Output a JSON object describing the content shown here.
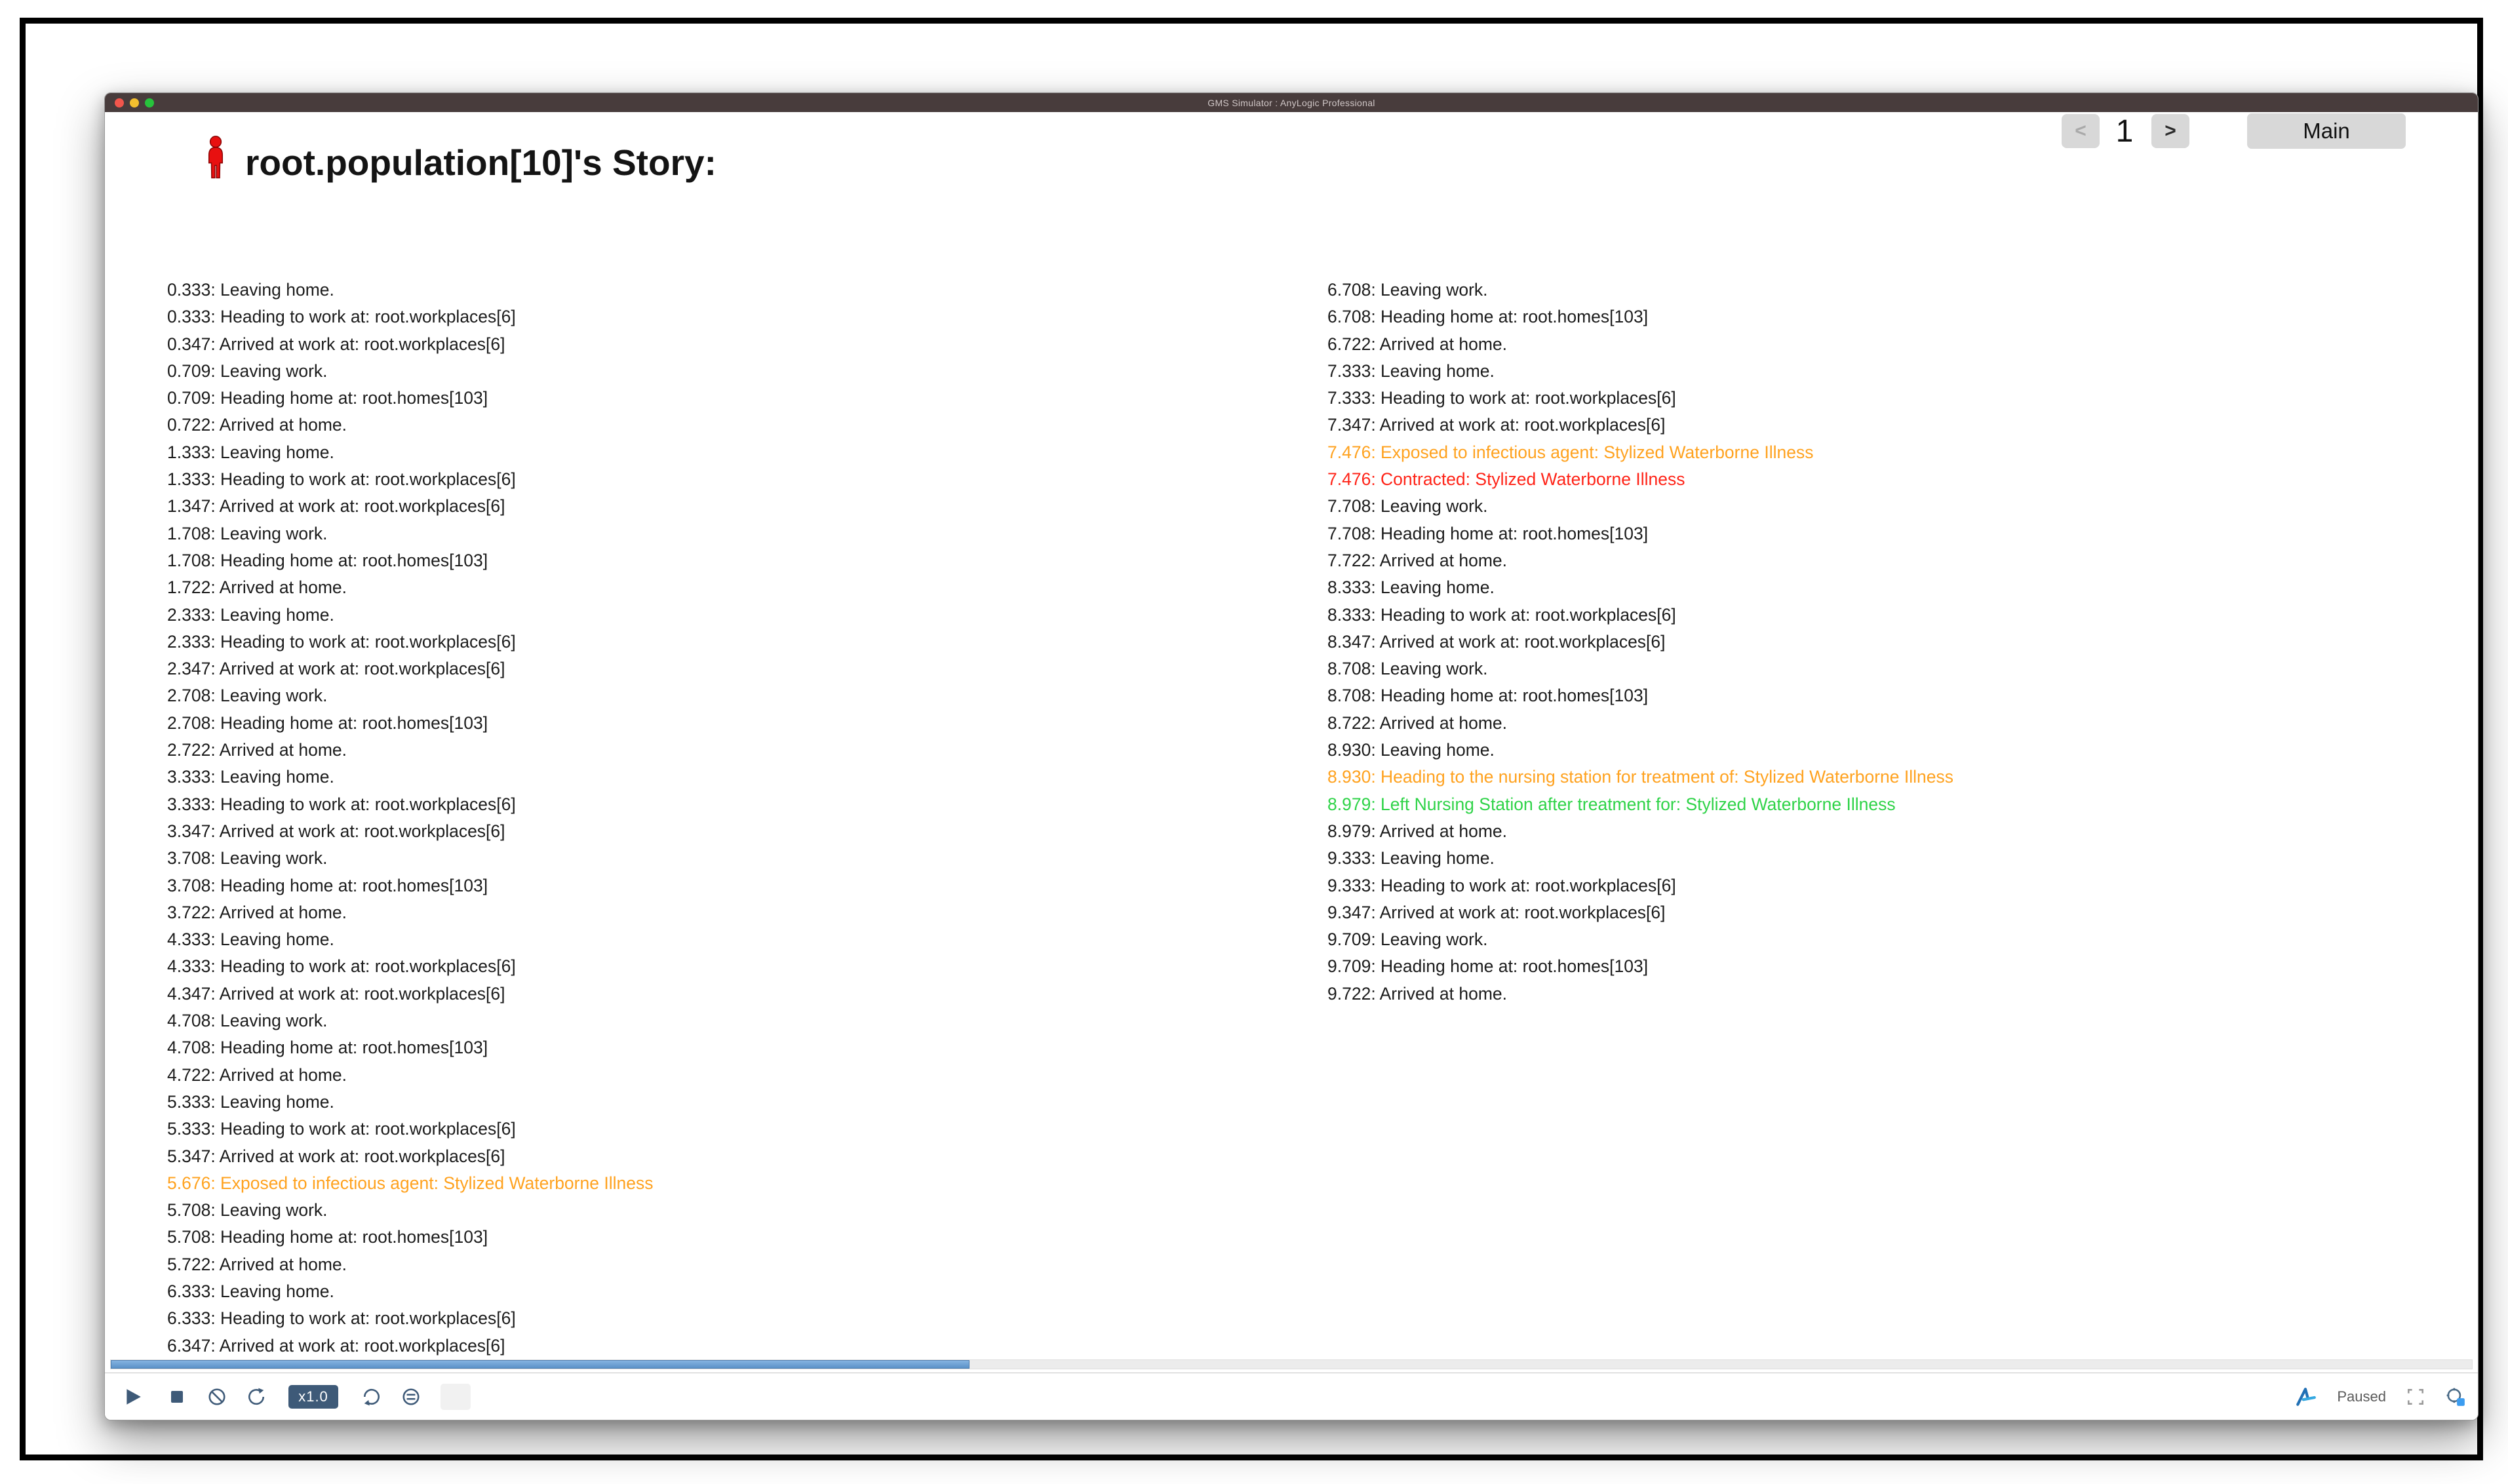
{
  "window": {
    "titlebar_title": "GMS Simulator : AnyLogic Professional"
  },
  "header": {
    "title": "root.population[10]'s Story:"
  },
  "pagination": {
    "prev_label": "<",
    "page_number": "1",
    "next_label": ">",
    "main_button": "Main"
  },
  "log": {
    "left_column": [
      {
        "text": "0.333: Leaving home.",
        "color": "black"
      },
      {
        "text": "0.333: Heading to work at: root.workplaces[6]",
        "color": "black"
      },
      {
        "text": "0.347: Arrived at work at: root.workplaces[6]",
        "color": "black"
      },
      {
        "text": "0.709: Leaving work.",
        "color": "black"
      },
      {
        "text": "0.709: Heading home at: root.homes[103]",
        "color": "black"
      },
      {
        "text": "0.722: Arrived at home.",
        "color": "black"
      },
      {
        "text": "1.333: Leaving home.",
        "color": "black"
      },
      {
        "text": "1.333: Heading to work at: root.workplaces[6]",
        "color": "black"
      },
      {
        "text": "1.347: Arrived at work at: root.workplaces[6]",
        "color": "black"
      },
      {
        "text": "1.708: Leaving work.",
        "color": "black"
      },
      {
        "text": "1.708: Heading home at: root.homes[103]",
        "color": "black"
      },
      {
        "text": "1.722: Arrived at home.",
        "color": "black"
      },
      {
        "text": "2.333: Leaving home.",
        "color": "black"
      },
      {
        "text": "2.333: Heading to work at: root.workplaces[6]",
        "color": "black"
      },
      {
        "text": "2.347: Arrived at work at: root.workplaces[6]",
        "color": "black"
      },
      {
        "text": "2.708: Leaving work.",
        "color": "black"
      },
      {
        "text": "2.708: Heading home at: root.homes[103]",
        "color": "black"
      },
      {
        "text": "2.722: Arrived at home.",
        "color": "black"
      },
      {
        "text": "3.333: Leaving home.",
        "color": "black"
      },
      {
        "text": "3.333: Heading to work at: root.workplaces[6]",
        "color": "black"
      },
      {
        "text": "3.347: Arrived at work at: root.workplaces[6]",
        "color": "black"
      },
      {
        "text": "3.708: Leaving work.",
        "color": "black"
      },
      {
        "text": "3.708: Heading home at: root.homes[103]",
        "color": "black"
      },
      {
        "text": "3.722: Arrived at home.",
        "color": "black"
      },
      {
        "text": "4.333: Leaving home.",
        "color": "black"
      },
      {
        "text": "4.333: Heading to work at: root.workplaces[6]",
        "color": "black"
      },
      {
        "text": "4.347: Arrived at work at: root.workplaces[6]",
        "color": "black"
      },
      {
        "text": "4.708: Leaving work.",
        "color": "black"
      },
      {
        "text": "4.708: Heading home at: root.homes[103]",
        "color": "black"
      },
      {
        "text": "4.722: Arrived at home.",
        "color": "black"
      },
      {
        "text": "5.333: Leaving home.",
        "color": "black"
      },
      {
        "text": "5.333: Heading to work at: root.workplaces[6]",
        "color": "black"
      },
      {
        "text": "5.347: Arrived at work at: root.workplaces[6]",
        "color": "black"
      },
      {
        "text": "5.676: Exposed to infectious agent: Stylized Waterborne Illness",
        "color": "orange"
      },
      {
        "text": "5.708: Leaving work.",
        "color": "black"
      },
      {
        "text": "5.708: Heading home at: root.homes[103]",
        "color": "black"
      },
      {
        "text": "5.722: Arrived at home.",
        "color": "black"
      },
      {
        "text": "6.333: Leaving home.",
        "color": "black"
      },
      {
        "text": "6.333: Heading to work at: root.workplaces[6]",
        "color": "black"
      },
      {
        "text": "6.347: Arrived at work at: root.workplaces[6]",
        "color": "black"
      }
    ],
    "right_column": [
      {
        "text": "6.708: Leaving work.",
        "color": "black"
      },
      {
        "text": "6.708: Heading home at: root.homes[103]",
        "color": "black"
      },
      {
        "text": "6.722: Arrived at home.",
        "color": "black"
      },
      {
        "text": "7.333: Leaving home.",
        "color": "black"
      },
      {
        "text": "7.333: Heading to work at: root.workplaces[6]",
        "color": "black"
      },
      {
        "text": "7.347: Arrived at work at: root.workplaces[6]",
        "color": "black"
      },
      {
        "text": "7.476: Exposed to infectious agent: Stylized Waterborne Illness",
        "color": "orange"
      },
      {
        "text": "7.476: Contracted: Stylized Waterborne Illness",
        "color": "red"
      },
      {
        "text": "7.708: Leaving work.",
        "color": "black"
      },
      {
        "text": "7.708: Heading home at: root.homes[103]",
        "color": "black"
      },
      {
        "text": "7.722: Arrived at home.",
        "color": "black"
      },
      {
        "text": "8.333: Leaving home.",
        "color": "black"
      },
      {
        "text": "8.333: Heading to work at: root.workplaces[6]",
        "color": "black"
      },
      {
        "text": "8.347: Arrived at work at: root.workplaces[6]",
        "color": "black"
      },
      {
        "text": "8.708: Leaving work.",
        "color": "black"
      },
      {
        "text": "8.708: Heading home at: root.homes[103]",
        "color": "black"
      },
      {
        "text": "8.722: Arrived at home.",
        "color": "black"
      },
      {
        "text": "8.930: Leaving home.",
        "color": "black"
      },
      {
        "text": "8.930: Heading to the nursing station for treatment of: Stylized Waterborne Illness",
        "color": "orange"
      },
      {
        "text": "8.979: Left Nursing Station after treatment for: Stylized Waterborne Illness",
        "color": "green"
      },
      {
        "text": "8.979: Arrived at home.",
        "color": "black"
      },
      {
        "text": "9.333: Leaving home.",
        "color": "black"
      },
      {
        "text": "9.333: Heading to work at: root.workplaces[6]",
        "color": "black"
      },
      {
        "text": "9.347: Arrived at work at: root.workplaces[6]",
        "color": "black"
      },
      {
        "text": "9.709: Leaving work.",
        "color": "black"
      },
      {
        "text": "9.709: Heading home at: root.homes[103]",
        "color": "black"
      },
      {
        "text": "9.722: Arrived at home.",
        "color": "black"
      }
    ]
  },
  "toolbar": {
    "speed_badge": "x1.0",
    "status": "Paused",
    "left_icons": [
      "play",
      "stop",
      "no-realtime",
      "rotate-clockwise",
      "speed-badge",
      "rotate-arrow",
      "pause-circle",
      "blank"
    ],
    "right_icons": [
      "anylogic-logo",
      "status",
      "fullscreen",
      "developer-panel"
    ]
  },
  "colors": {
    "event_orange": "#FFA21F",
    "event_red": "#FF2418",
    "event_green": "#2FD348",
    "toolbar_icon": "#3E5A78",
    "scrollbar_blue": "#5B92C8",
    "person_icon_red": "#E81010",
    "titlebar": "#483C3C"
  }
}
